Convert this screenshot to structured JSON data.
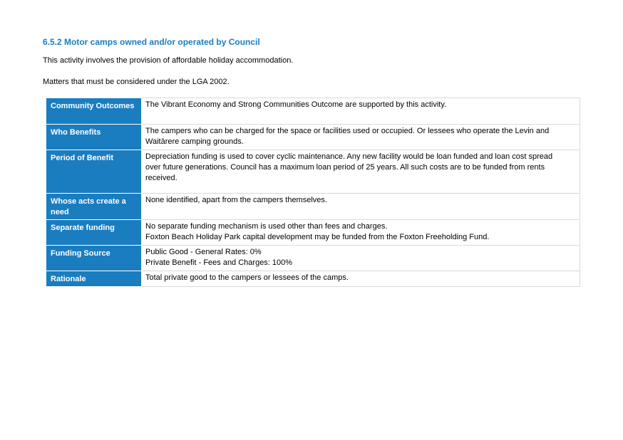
{
  "section": {
    "heading": "6.5.2 Motor camps owned and/or operated by Council",
    "intro": "This activity involves the provision of affordable holiday accommodation.",
    "matters": "Matters that must be considered under the LGA 2002."
  },
  "table": {
    "rows": [
      {
        "label": "Community Outcomes",
        "lines": [
          "The Vibrant Economy and Strong Communities Outcome are supported by this activity."
        ]
      },
      {
        "label": "Who Benefits",
        "lines": [
          "The campers who can be charged for the space or facilities used or occupied. Or lessees who operate the Levin and",
          "Waitārere camping grounds."
        ]
      },
      {
        "label": "Period of Benefit",
        "lines": [
          "Depreciation funding is used to cover cyclic maintenance. Any new facility would be loan funded and loan cost spread",
          "over future generations. Council has a maximum loan period of 25 years. All such costs are to be funded from rents",
          "received."
        ]
      },
      {
        "label": "Whose acts create a need",
        "lines": [
          "None identified, apart from the campers themselves."
        ]
      },
      {
        "label": "Separate funding",
        "lines": [
          "No separate funding mechanism is used other than fees and charges.",
          "Foxton Beach Holiday Park capital development may be funded from the Foxton Freeholding Fund."
        ]
      },
      {
        "label": "Funding Source",
        "lines": [
          "Public Good - General Rates: 0%",
          "Private Benefit - Fees and Charges: 100%"
        ]
      },
      {
        "label": "Rationale",
        "lines": [
          "Total private good to the campers or lessees of the camps."
        ]
      }
    ]
  },
  "colors": {
    "accent": "#1a7dc0",
    "label_text": "#ffffff",
    "border": "#d9d9d9"
  }
}
